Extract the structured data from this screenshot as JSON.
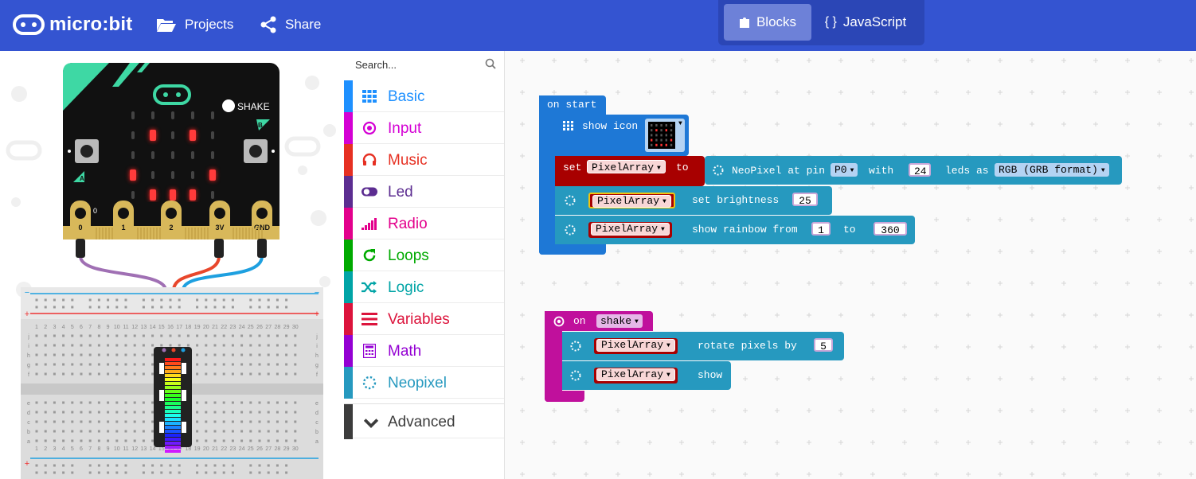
{
  "header": {
    "brand": "micro:bit",
    "projects_label": "Projects",
    "share_label": "Share",
    "blocks_label": "Blocks",
    "javascript_label": "JavaScript",
    "bg_color": "#3454d1"
  },
  "simulator": {
    "shake_label": "SHAKE",
    "button_a": "A",
    "button_b": "B",
    "pins": [
      "0",
      "1",
      "2",
      "3V",
      "GND"
    ],
    "pin0_top_label": "0",
    "breadboard_rows_left": [
      "j",
      "i",
      "h",
      "g",
      "f"
    ],
    "breadboard_rows_right": [
      "e",
      "d",
      "c",
      "b",
      "a"
    ],
    "breadboard_cols": [
      "1",
      "2",
      "3",
      "4",
      "5",
      "6",
      "7",
      "8",
      "9",
      "10",
      "11",
      "12",
      "13",
      "14",
      "15",
      "16",
      "17",
      "18",
      "19",
      "20",
      "21",
      "22",
      "23",
      "24",
      "25",
      "26",
      "27",
      "28",
      "29",
      "30"
    ]
  },
  "toolbox": {
    "search_placeholder": "Search...",
    "categories": [
      {
        "label": "Basic",
        "icon": "grid-icon",
        "color": "#1e90ff"
      },
      {
        "label": "Input",
        "icon": "target-icon",
        "color": "#d400d4"
      },
      {
        "label": "Music",
        "icon": "headphones-icon",
        "color": "#e63022"
      },
      {
        "label": "Led",
        "icon": "toggle-icon",
        "color": "#5c2d91"
      },
      {
        "label": "Radio",
        "icon": "signal-bars-icon",
        "color": "#e3008c"
      },
      {
        "label": "Loops",
        "icon": "refresh-icon",
        "color": "#00aa00"
      },
      {
        "label": "Logic",
        "icon": "shuffle-icon",
        "color": "#00a4a6"
      },
      {
        "label": "Variables",
        "icon": "list-icon",
        "color": "#dc143c"
      },
      {
        "label": "Math",
        "icon": "calculator-icon",
        "color": "#9400d3"
      },
      {
        "label": "Neopixel",
        "icon": "dotted-circle-icon",
        "color": "#2699bf"
      }
    ],
    "advanced_label": "Advanced"
  },
  "workspace": {
    "on_start": {
      "label": "on start",
      "show_icon": "show icon",
      "set_kw": "set",
      "var_name": "PixelArray",
      "to_kw": "to",
      "neopixel_at_pin": "NeoPixel at pin",
      "pin_value": "P0",
      "with_kw": "with",
      "led_count": "24",
      "leds_as": "leds as",
      "format_value": "RGB (GRB format)",
      "set_brightness": "set brightness",
      "brightness_value": "25",
      "show_rainbow_from": "show rainbow from",
      "rainbow_from": "1",
      "rainbow_to_kw": "to",
      "rainbow_to": "360"
    },
    "on_shake": {
      "on_kw": "on",
      "gesture": "shake",
      "var_name": "PixelArray",
      "rotate_pixels_by": "rotate pixels by",
      "rotate_value": "5",
      "show_kw": "show"
    },
    "colors": {
      "basic": "#1e90ff",
      "variables": "#a80000",
      "neopixel": "#2699bf",
      "input": "#c0109c"
    }
  }
}
